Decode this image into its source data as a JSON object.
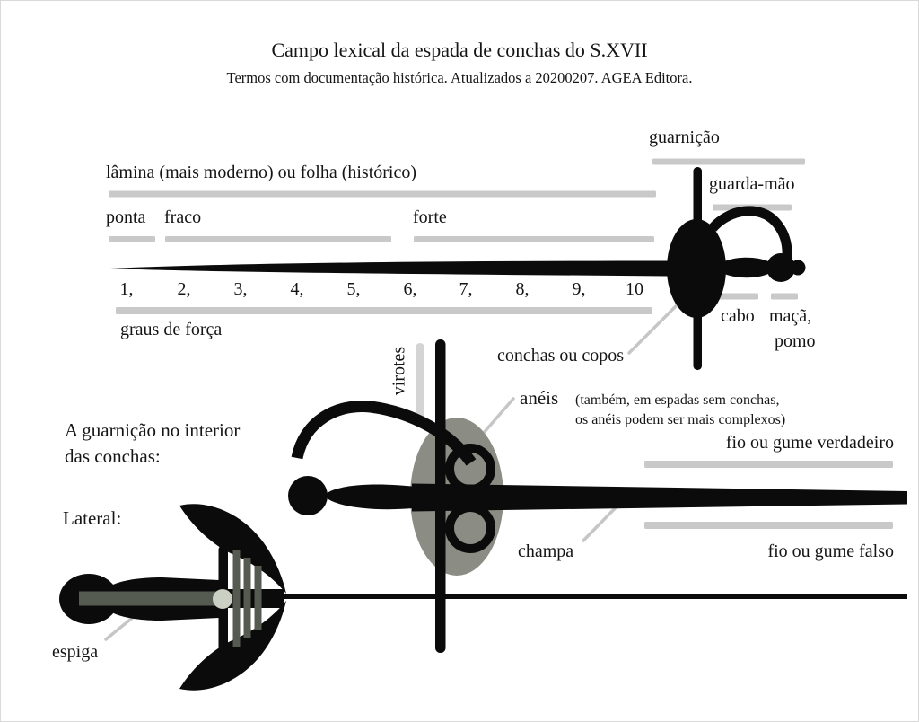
{
  "colors": {
    "ink": "#0b0b0b",
    "text": "#151515",
    "bar_gray": "#c9c9c9",
    "light_bar_gray": "#d4d4d4",
    "shell_gray": "#8b8c84",
    "tang_gray": "#565b51",
    "dot_gray": "#cad0c4",
    "leader_gray": "#c6c6c6",
    "page_border": "#d9d9d9",
    "background": "#ffffff"
  },
  "header": {
    "title": "Campo lexical da espada de conchas do S.XVII",
    "subtitle": "Termos com documentação histórica. Atualizados a 20200207. AGEA Editora."
  },
  "top_sword": {
    "guarnicao_label": "guarnição",
    "lamina_label": "lâmina (mais moderno) ou folha (histórico)",
    "guarda_mao_label": "guarda-mão",
    "ponta_label": "ponta",
    "fraco_label": "fraco",
    "forte_label": "forte",
    "degrees": [
      "1,",
      "2,",
      "3,",
      "4,",
      "5,",
      "6,",
      "7,",
      "8,",
      "9,",
      "10"
    ],
    "graus_de_forca_label": "graus de força",
    "cabo_label": "cabo",
    "maca_label": "maçã,",
    "pomo_label": "pomo",
    "conchas_ou_copos_label": "conchas ou copos"
  },
  "interior_view": {
    "heading_line1": "A guarnição no interior",
    "heading_line2": "das conchas:",
    "virotes_label": "virotes",
    "aneis_label": "anéis",
    "aneis_note_line1": "(também, em espadas sem conchas,",
    "aneis_note_line2": "os anéis podem ser mais complexos)",
    "champa_label": "champa",
    "fio_verdadeiro_label": "fio ou gume verdadeiro",
    "fio_falso_label": "fio ou gume falso"
  },
  "lateral_view": {
    "heading": "Lateral:",
    "espiga_label": "espiga"
  }
}
